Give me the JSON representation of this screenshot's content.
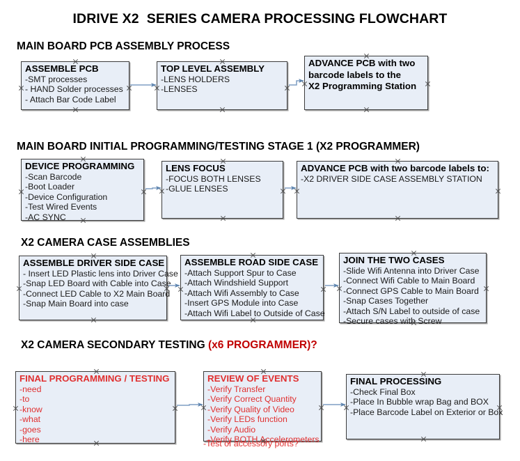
{
  "document": {
    "title": "IDRIVE X2  SERIES CAMERA PROCESSING FLOWCHART",
    "accent_color": "#c00000",
    "red_text_color": "#e03030",
    "box_fill": "#e8eef7",
    "box_border": "#3b3b3b",
    "connector_color": "#7f9ec4"
  },
  "sections": [
    {
      "id": "main-board-pcb-assembly",
      "heading": "MAIN BOARD PCB ASSEMBLY PROCESS",
      "heading_accent": ""
    },
    {
      "id": "main-board-initial-programming",
      "heading": "MAIN BOARD INITIAL PROGRAMMING/TESTING STAGE 1 (X2 PROGRAMMER)",
      "heading_accent": ""
    },
    {
      "id": "x2-camera-case-assemblies",
      "heading": "X2 CAMERA CASE ASSEMBLIES",
      "heading_accent": ""
    },
    {
      "id": "x2-camera-secondary-testing",
      "heading": "X2 CAMERA SECONDARY TESTING ",
      "heading_accent": "(x6 PROGRAMMER)?"
    }
  ],
  "nodes": {
    "assemble_pcb": {
      "title": "ASSEMBLE PCB",
      "lines": [
        "-SMT processes",
        "- HAND Solder processes",
        "- Attach Bar Code Label"
      ]
    },
    "top_level_assembly": {
      "title": "TOP LEVEL ASSEMBLY",
      "lines": [
        "-LENS HOLDERS",
        "-LENSES"
      ]
    },
    "advance_pcb_station": {
      "title_l1": "ADVANCE PCB with two",
      "title_l2": "barcode labels to the",
      "title_l3": " X2 Programming Station",
      "lines": []
    },
    "device_programming": {
      "title": "DEVICE PROGRAMMING",
      "lines": [
        "-Scan Barcode",
        "-Boot Loader",
        "-Device Configuration",
        "-Test Wired Events",
        "-AC SYNC"
      ]
    },
    "lens_focus": {
      "title": "LENS FOCUS",
      "lines": [
        "-FOCUS BOTH LENSES",
        "-GLUE LENSES"
      ]
    },
    "advance_pcb_driver_side": {
      "title": "ADVANCE PCB with two barcode labels to:",
      "lines": [
        "-X2 DRIVER  SIDE  CASE  ASSEMBLY STATION"
      ]
    },
    "assemble_driver_side_case": {
      "title": "ASSEMBLE DRIVER SIDE CASE",
      "lines": [
        "- Insert LED Plastic lens into Driver Case",
        "-Snap LED Board with Cable into Case",
        "-Connect LED Cable to X2 Main Board",
        "-Snap Main Board into case"
      ]
    },
    "assemble_road_side_case": {
      "title": "ASSEMBLE ROAD SIDE CASE",
      "lines": [
        "-Attach Support Spur to Case",
        "-Attach Windshield Support",
        "-Attach Wifi Assembly to Case",
        "-Insert GPS Module into Case",
        "-Attach Wifi Label to Outside of Case"
      ]
    },
    "join_the_two_cases": {
      "title": "JOIN THE TWO CASES",
      "lines": [
        "-Slide Wifi Antenna into Driver Case",
        "-Connect Wifi Cable to Main Board",
        "-Connect GPS Cable to Main Board",
        "-Snap Cases Together",
        "-Attach S/N Label to outside of case",
        "-Secure cases with Screw"
      ]
    },
    "final_programming_testing": {
      "title": "FINAL PROGRAMMING / TESTING",
      "lines": [
        "-need",
        "-to",
        "-know",
        "-what",
        "-goes",
        "-here"
      ]
    },
    "review_of_events": {
      "title": "REVIEW OF EVENTS",
      "lines": [
        "-Verify Transfer",
        "-Verify Correct Quantity",
        "-Verify Quality of Video",
        "-Verify LEDs function",
        "-Verify Audio",
        "-Verify BOTH Accelerometers"
      ],
      "overflow_line": "-Test of accessory ports?"
    },
    "final_processing": {
      "title": "FINAL PROCESSING",
      "lines": [
        " -Check Final Box",
        "-Place In Bubble wrap Bag and BOX",
        "-Place Barcode Label on Exterior or Box"
      ]
    }
  }
}
